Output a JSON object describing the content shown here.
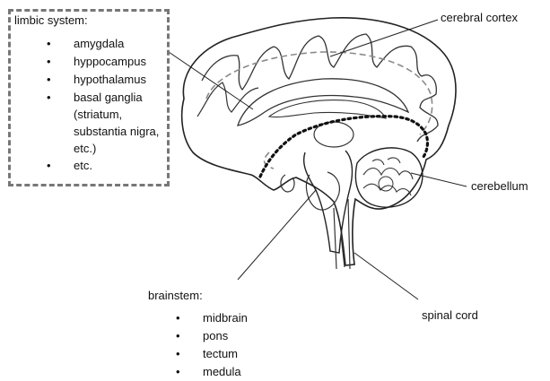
{
  "limbic": {
    "title": "limbic system:",
    "items": [
      "amygdala",
      "hyppocampus",
      "hypothalamus",
      "basal ganglia (striatum, substantia nigra, etc.)",
      "etc."
    ]
  },
  "brainstem": {
    "title": "brainstem:",
    "items": [
      "midbrain",
      "pons",
      "tectum",
      "medula"
    ]
  },
  "labels": {
    "cerebral_cortex": "cerebral cortex",
    "cerebellum": "cerebellum",
    "spinal_cord": "spinal cord"
  },
  "bullet": "•",
  "colors": {
    "outline": "#222222",
    "dashed": "#777777",
    "dotted": "#111111",
    "gray_outline": "#8a8a8a"
  }
}
